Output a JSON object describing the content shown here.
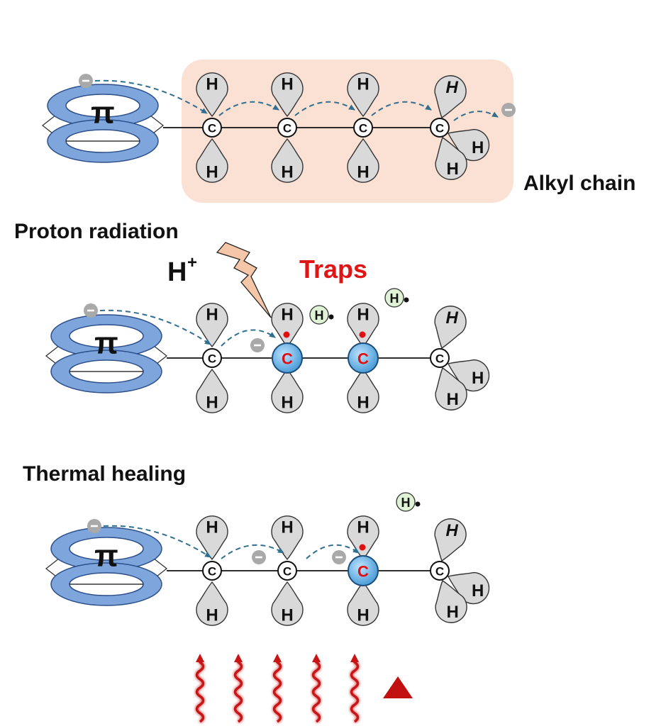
{
  "labels": {
    "alkyl_chain": "Alkyl chain",
    "proton_radiation": "Proton radiation",
    "proton_symbol": "H",
    "proton_charge": "+",
    "traps": "Traps",
    "thermal_healing": "Thermal healing"
  },
  "atoms": {
    "carbon": "C",
    "hydrogen": "H",
    "pi": "π",
    "electron": "−"
  },
  "colors": {
    "carbon_trap_fill": "#5aa9e0",
    "carbon_trap_text": "#e01010",
    "alkyl_highlight": "#fbe0d4",
    "pi_ring": "#7fa6dc",
    "traps_label": "#e01515",
    "free_h_fill": "#dff2d6",
    "heat_wave": "#c81414",
    "heat_triangle": "#c01010"
  },
  "panels": [
    {
      "id": "pristine",
      "trap_carbons": []
    },
    {
      "id": "proton-radiation",
      "trap_carbons": [
        2,
        3
      ]
    },
    {
      "id": "thermal-healing",
      "trap_carbons": [
        3
      ]
    }
  ]
}
